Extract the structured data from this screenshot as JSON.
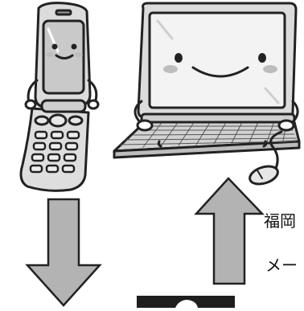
{
  "illustration": {
    "phone": {
      "icon": "flip-phone-character-icon",
      "face": "smiling"
    },
    "laptop": {
      "icon": "laptop-character-icon",
      "face": "smiling"
    },
    "mouse": {
      "icon": "computer-mouse-icon"
    },
    "down_arrow": {
      "icon": "arrow-down-icon",
      "color": "#b3b3b3"
    },
    "up_arrow": {
      "icon": "arrow-up-icon",
      "color": "#b3b3b3"
    }
  },
  "captions": {
    "line1": "福岡",
    "line2": "メー"
  },
  "colors": {
    "outline": "#222222",
    "body_gray": "#d9d9d9",
    "screen_gray": "#c8c8c8",
    "cheek_gray": "#bdbdbd",
    "arrow_gray": "#b3b3b3",
    "dark_block": "#1e1e1e"
  }
}
